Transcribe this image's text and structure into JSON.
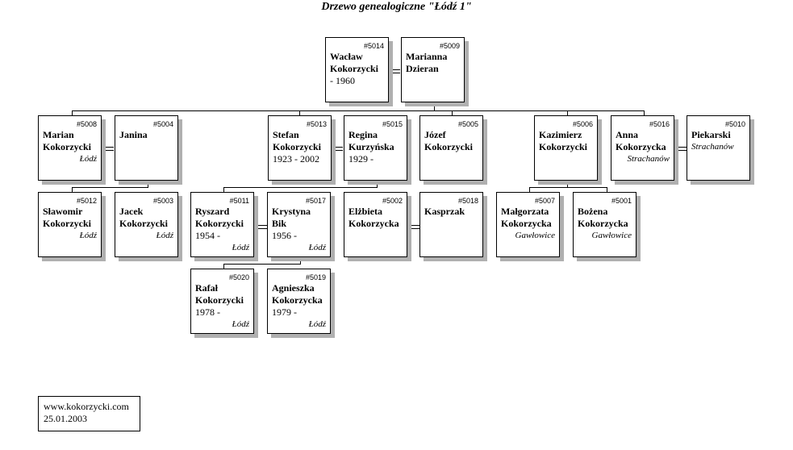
{
  "title": "Drzewo genealogiczne \"Łódź 1\"",
  "persons": [
    {
      "key": "waclaw",
      "id": "#5014",
      "name": [
        "Wacław",
        "Kokorzycki"
      ],
      "dates": "- 1960",
      "place": ""
    },
    {
      "key": "marianna",
      "id": "#5009",
      "name": [
        "Marianna",
        "Dzieran"
      ],
      "dates": "",
      "place": ""
    },
    {
      "key": "marian",
      "id": "#5008",
      "name": [
        "Marian",
        "Kokorzycki"
      ],
      "dates": "",
      "place": "Łódź"
    },
    {
      "key": "janina",
      "id": "#5004",
      "name": [
        "Janina"
      ],
      "dates": "",
      "place": ""
    },
    {
      "key": "stefan",
      "id": "#5013",
      "name": [
        "Stefan",
        "Kokorzycki"
      ],
      "dates": "1923 - 2002",
      "place": ""
    },
    {
      "key": "regina",
      "id": "#5015",
      "name": [
        "Regina",
        "Kurzyńska"
      ],
      "dates": "1929 -",
      "place": ""
    },
    {
      "key": "jozef",
      "id": "#5005",
      "name": [
        "Józef",
        "Kokorzycki"
      ],
      "dates": "",
      "place": ""
    },
    {
      "key": "kazimierz",
      "id": "#5006",
      "name": [
        "Kazimierz",
        "Kokorzycki"
      ],
      "dates": "",
      "place": ""
    },
    {
      "key": "anna",
      "id": "#5016",
      "name": [
        "Anna",
        "Kokorzycka"
      ],
      "dates": "",
      "place": "Strachanów"
    },
    {
      "key": "piekarski",
      "id": "#5010",
      "name": [
        "Piekarski"
      ],
      "dates": "",
      "place": "Strachanów",
      "place_left": true
    },
    {
      "key": "slawomir",
      "id": "#5012",
      "name": [
        "Sławomir",
        "Kokorzycki"
      ],
      "dates": "",
      "place": "Łódź"
    },
    {
      "key": "jacek",
      "id": "#5003",
      "name": [
        "Jacek",
        "Kokorzycki"
      ],
      "dates": "",
      "place": "Łódź"
    },
    {
      "key": "ryszard",
      "id": "#5011",
      "name": [
        "Ryszard",
        "Kokorzycki"
      ],
      "dates": "1954 -",
      "place": "Łódź"
    },
    {
      "key": "krystyna",
      "id": "#5017",
      "name": [
        "Krystyna",
        "Bik"
      ],
      "dates": "1956 -",
      "place": "Łódź"
    },
    {
      "key": "elzbieta",
      "id": "#5002",
      "name": [
        "Elżbieta",
        "Kokorzycka"
      ],
      "dates": "",
      "place": ""
    },
    {
      "key": "kasprzak",
      "id": "#5018",
      "name": [
        "Kasprzak"
      ],
      "dates": "",
      "place": ""
    },
    {
      "key": "malgorzata",
      "id": "#5007",
      "name": [
        "Małgorzata",
        "Kokorzycka"
      ],
      "dates": "",
      "place": "Gawłowice"
    },
    {
      "key": "bozena",
      "id": "#5001",
      "name": [
        "Bożena",
        "Kokorzycka"
      ],
      "dates": "",
      "place": "Gawłowice"
    },
    {
      "key": "rafal",
      "id": "#5020",
      "name": [
        "Rafał",
        "Kokorzycki"
      ],
      "dates": "1978 -",
      "place": "Łódź"
    },
    {
      "key": "agnieszka",
      "id": "#5019",
      "name": [
        "Agnieszka",
        "Kokorzycka"
      ],
      "dates": "1979 -",
      "place": "Łódź"
    }
  ],
  "footer": {
    "website": "www.kokorzycki.com",
    "date": "25.01.2003"
  }
}
